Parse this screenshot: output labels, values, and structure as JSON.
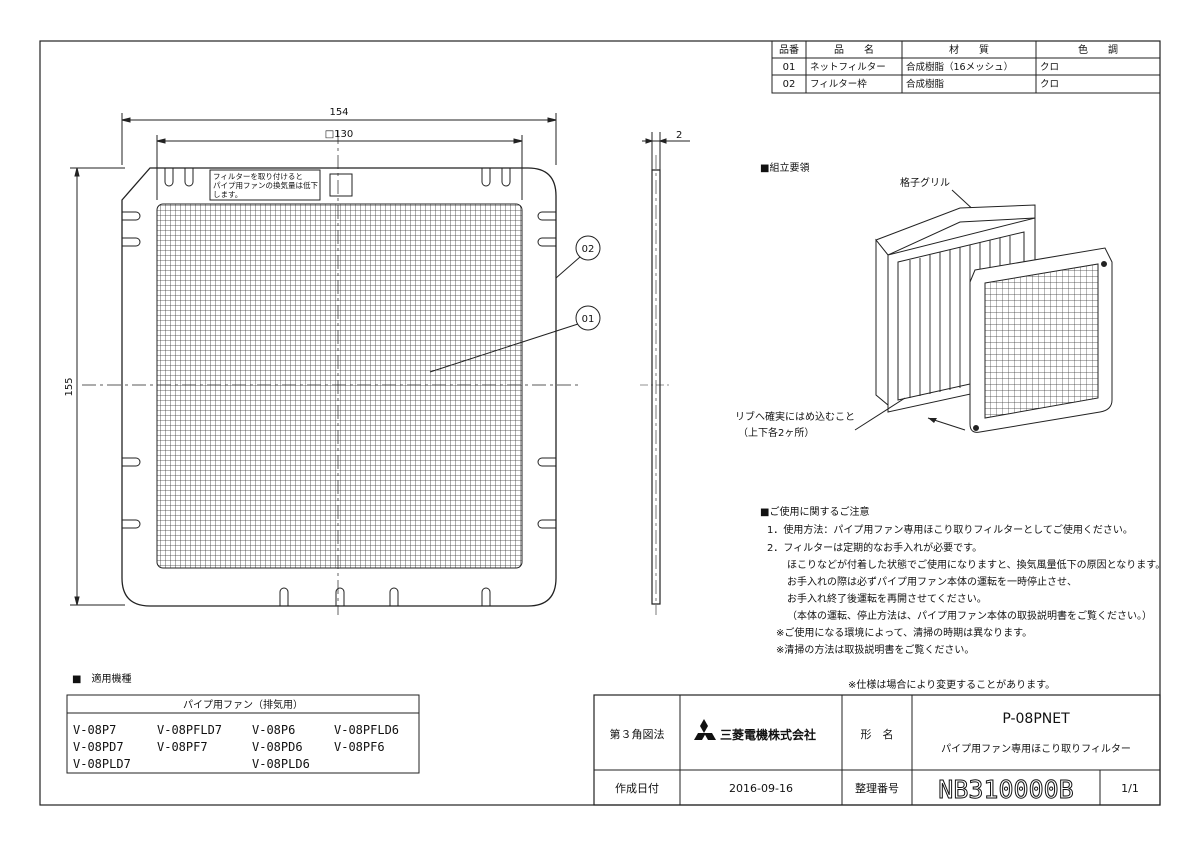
{
  "parts_table": {
    "headers": [
      "品番",
      "品　　名",
      "材　　質",
      "色　　調"
    ],
    "rows": [
      [
        "01",
        "ネットフィルター",
        "合成樹脂（16メッシュ）",
        "クロ"
      ],
      [
        "02",
        "フィルター枠",
        "合成樹脂",
        "クロ"
      ]
    ]
  },
  "front_view": {
    "dim_width": "154",
    "dim_inner": "□130",
    "dim_height": "155",
    "note_line1": "フィルターを取り付けると",
    "note_line2": "パイプ用ファンの換気量は低下",
    "note_line3": "します。",
    "balloon_02": "02",
    "balloon_01": "01"
  },
  "side_view": {
    "dim_thickness": "2"
  },
  "assembly": {
    "heading": "■組立要領",
    "grille_label": "格子グリル",
    "rib_note_line1": "リブへ確実にはめ込むこと",
    "rib_note_line2": "（上下各2ヶ所）"
  },
  "caution": {
    "heading": "■ご使用に関するご注意",
    "lines": [
      "1．使用方法：パイプ用ファン専用ほこり取りフィルターとしてご使用ください。",
      "2．フィルターは定期的なお手入れが必要です。",
      "ほこりなどが付着した状態でご使用になりますと、換気風量低下の原因となります。",
      "お手入れの際は必ずパイプ用ファン本体の運転を一時停止させ、",
      "お手入れ終了後運転を再開させてください。",
      "（本体の運転、停止方法は、パイプ用ファン本体の取扱説明書をご覧ください。）",
      "※ご使用になる環境によって、清掃の時期は異なります。",
      "※清掃の方法は取扱説明書をご覧ください。"
    ]
  },
  "spec_note": "※仕様は場合により変更することがあります。",
  "applicable": {
    "heading": "■　適用機種",
    "table_title": "パイプ用ファン（排気用）",
    "models": [
      "V-08P7",
      "V-08PFLD7",
      "V-08P6",
      "V-08PFLD6",
      "V-08PD7",
      "V-08PF7",
      "V-08PD6",
      "V-08PF6",
      "V-08PLD7",
      "",
      "V-08PLD6",
      ""
    ]
  },
  "title_block": {
    "projection": "第３角図法",
    "company": "三菱電機株式会社",
    "name_label": "形　名",
    "model": "P-08PNET",
    "description": "パイプ用ファン専用ほこり取りフィルター",
    "date_label": "作成日付",
    "date": "2016-09-16",
    "ref_label": "整理番号",
    "ref_no": "NB310000B",
    "sheet": "1/1"
  },
  "colors": {
    "line": "#222222",
    "paper": "#ffffff"
  }
}
